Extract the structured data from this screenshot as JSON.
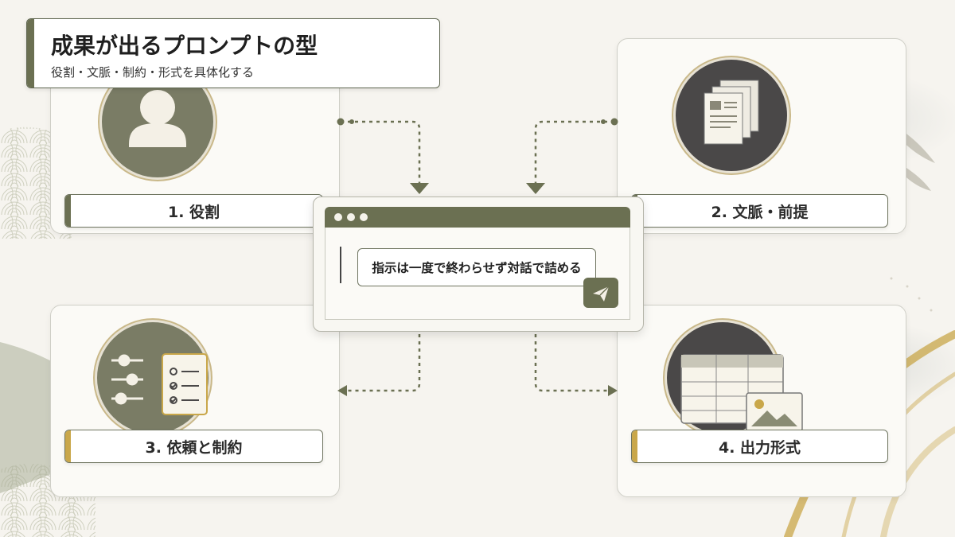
{
  "header": {
    "title": "成果が出るプロンプトの型",
    "subtitle": "役割・文脈・制約・形式を具体化する"
  },
  "center": {
    "prompt_text": "指示は一度で終わらせず対話で詰める"
  },
  "cards": [
    {
      "label": "1. 役割",
      "icon": "user-icon",
      "accent": "#6b7052"
    },
    {
      "label": "2. 文脈・前提",
      "icon": "documents-icon",
      "accent": "#6b7052"
    },
    {
      "label": "3. 依頼と制約",
      "icon": "settings-checklist-icon",
      "accent": "#c9a74a"
    },
    {
      "label": "4. 出力形式",
      "icon": "table-image-icon",
      "accent": "#c9a74a"
    }
  ],
  "colors": {
    "olive": "#6b7052",
    "charcoal": "#4a4848",
    "gold": "#c9a74a",
    "background": "#f6f4ef"
  }
}
